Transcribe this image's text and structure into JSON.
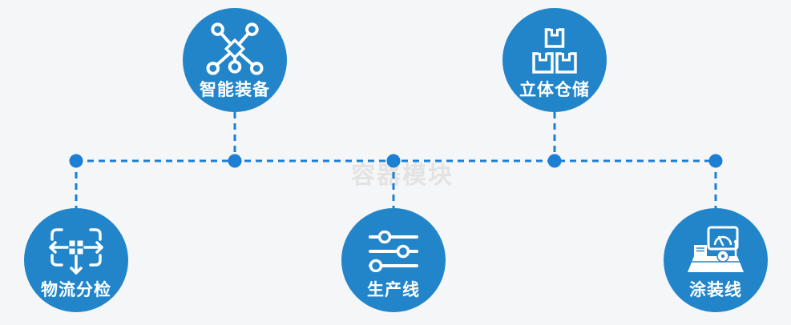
{
  "diagram": {
    "watermark": "容器模块",
    "nodes": [
      {
        "label": "智能装备",
        "icon": "network-nodes-icon",
        "position": "top-left"
      },
      {
        "label": "立体仓储",
        "icon": "stacked-boxes-icon",
        "position": "top-right"
      },
      {
        "label": "物流分检",
        "icon": "sort-distribute-icon",
        "position": "bottom-left"
      },
      {
        "label": "生产线",
        "icon": "sliders-icon",
        "position": "bottom-middle"
      },
      {
        "label": "涂装线",
        "icon": "machine-monitor-icon",
        "position": "bottom-right"
      }
    ],
    "colors": {
      "background": "#f5f6f7",
      "node_fill": "#2285ca",
      "connector": "#1d7fd3",
      "icon_stroke": "#ffffff",
      "watermark_text": "#e3e3e3"
    }
  }
}
